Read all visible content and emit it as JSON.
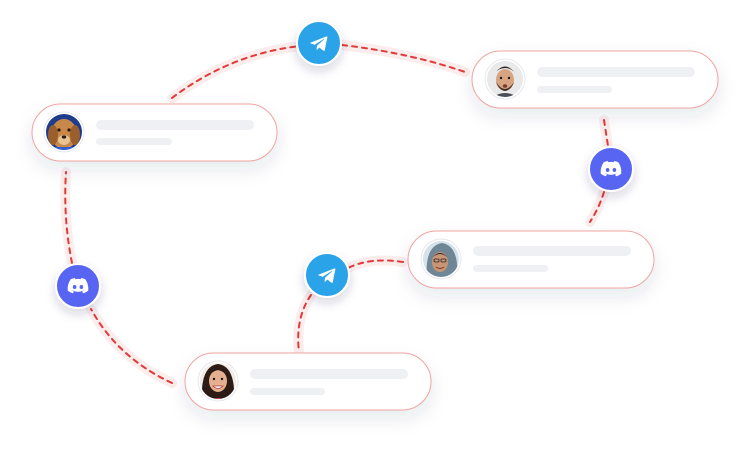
{
  "colors": {
    "connector": "#e03a3a",
    "card_border": "#f0a3a3",
    "card_fill": "#ffffff",
    "skeleton": "#eef0f3",
    "telegram": "#2aa3e8",
    "discord": "#5865f2"
  },
  "nodes": [
    {
      "id": "user-dog",
      "avatar": "dog"
    },
    {
      "id": "user-man-beard",
      "avatar": "man-beard"
    },
    {
      "id": "user-man-hood",
      "avatar": "man-hood"
    },
    {
      "id": "user-woman-smile",
      "avatar": "woman-smile"
    }
  ],
  "badges": [
    {
      "id": "telegram-top",
      "icon": "telegram-icon"
    },
    {
      "id": "discord-right",
      "icon": "discord-icon"
    },
    {
      "id": "discord-left",
      "icon": "discord-icon"
    },
    {
      "id": "telegram-mid",
      "icon": "telegram-icon"
    }
  ],
  "edges": [
    {
      "from": "user-dog",
      "via": "telegram-top",
      "to": "user-man-beard"
    },
    {
      "from": "user-man-beard",
      "via": "discord-right",
      "to": "user-man-hood"
    },
    {
      "from": "user-man-hood",
      "via": "telegram-mid",
      "to": "user-woman-smile"
    },
    {
      "from": "user-woman-smile",
      "via": "discord-left",
      "to": "user-dog"
    }
  ]
}
